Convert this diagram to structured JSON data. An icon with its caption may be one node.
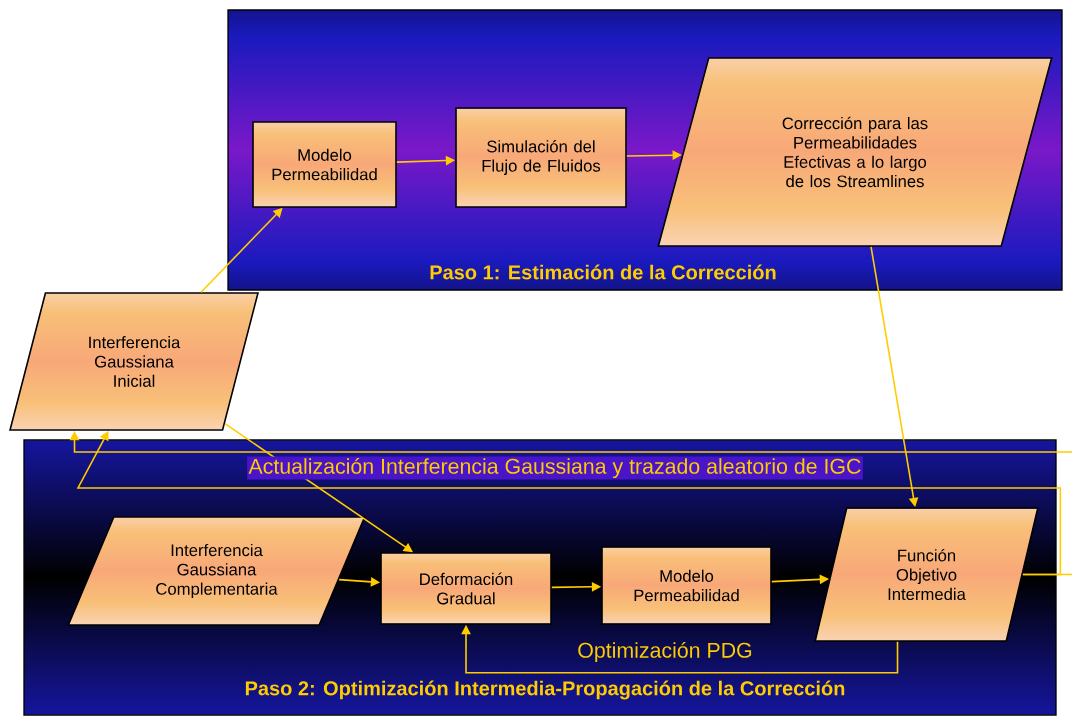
{
  "diagram": {
    "nodes": [
      {
        "text": [
          "Paso 1: Estimación de la Corrección"
        ]
      },
      {
        "text": [
          "Modelo Permeabilidad"
        ],
        "in": 0
      },
      {
        "text": [
          "Simulación del Flujo de Fluidos"
        ],
        "in": 0
      },
      {
        "text": [
          "Corrección para las Permeabilidades Efectivas a lo largo de los Streamlines"
        ],
        "in": 0
      },
      {
        "text": [
          "Interferencia Gaussiana Inicial"
        ]
      },
      {
        "text": [
          "Paso 2: Optimización Intermedia-Propagación de la Corrección"
        ]
      },
      {
        "text": [
          "Interferencia Gaussiana Complementaria"
        ],
        "in": 5
      },
      {
        "text": [
          "Deformación Gradual"
        ],
        "in": 5
      },
      {
        "text": [
          "Modelo Permeabilidad"
        ],
        "in": 5
      },
      {
        "text": [
          "Función Objetivo Intermedia"
        ],
        "in": 5
      }
    ],
    "edges": [
      {
        "from": 4,
        "to": 1,
        "arrow": "to"
      },
      {
        "from": 1,
        "to": 2,
        "arrow": "to"
      },
      {
        "from": 2,
        "to": 3,
        "arrow": "to"
      },
      {
        "from": 3,
        "to": 9,
        "arrow": "to"
      },
      {
        "from": 4,
        "to": 7,
        "arrow": "to"
      },
      {
        "from": 6,
        "to": 7,
        "arrow": "to"
      },
      {
        "from": 7,
        "to": 8,
        "arrow": "to"
      },
      {
        "from": 8,
        "to": 9,
        "arrow": "to"
      },
      {
        "from": 9,
        "to": 7,
        "arrow": "to",
        "label": "Optimización PDG"
      },
      {
        "from": 9,
        "to": 4,
        "arrow": "to",
        "label": "Actualización Interferencia Gaussiana y trazado aleatorio de IGC"
      },
      {
        "from": null,
        "to": 4,
        "arrow": "to"
      },
      {
        "from": 9,
        "to": null,
        "arrow": "none"
      }
    ]
  }
}
